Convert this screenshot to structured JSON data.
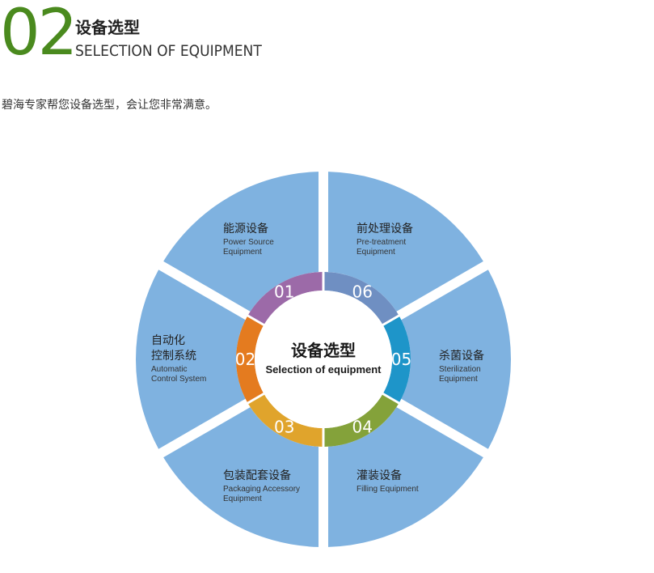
{
  "header": {
    "number": "02",
    "title_cn": "设备选型",
    "title_en": "SELECTION OF EQUIPMENT"
  },
  "intro": "碧海专家帮您设备选型，会让您非常满意。",
  "center": {
    "title_cn": "设备选型",
    "title_en": "Selection of equipment"
  },
  "colors": {
    "accent_green": "#4a8a1e",
    "segment_blue": "#7fb2e0",
    "ring_01": "#9c6aa8",
    "ring_02": "#e47b1f",
    "ring_03": "#e0a42c",
    "ring_04": "#84a23a",
    "ring_05": "#1e95c9",
    "ring_06": "#6f8fc2"
  },
  "segments": [
    {
      "number": "01",
      "cn": [
        "能源设备"
      ],
      "en": [
        "Power Source",
        "Equipment"
      ],
      "ring_color": "#9c6aa8"
    },
    {
      "number": "06",
      "cn": [
        "前处理设备"
      ],
      "en": [
        "Pre-treatment",
        "Equipment"
      ],
      "ring_color": "#6f8fc2"
    },
    {
      "number": "05",
      "cn": [
        "杀菌设备"
      ],
      "en": [
        "Sterilization",
        "Equipment"
      ],
      "ring_color": "#1e95c9"
    },
    {
      "number": "04",
      "cn": [
        "灌装设备"
      ],
      "en": [
        "Filling Equipment"
      ],
      "ring_color": "#84a23a"
    },
    {
      "number": "03",
      "cn": [
        "包装配套设备"
      ],
      "en": [
        "Packaging Accessory",
        "Equipment"
      ],
      "ring_color": "#e0a42c"
    },
    {
      "number": "02",
      "cn": [
        "自动化",
        "控制系统"
      ],
      "en": [
        "Automatic",
        "Control System"
      ],
      "ring_color": "#e47b1f"
    }
  ]
}
